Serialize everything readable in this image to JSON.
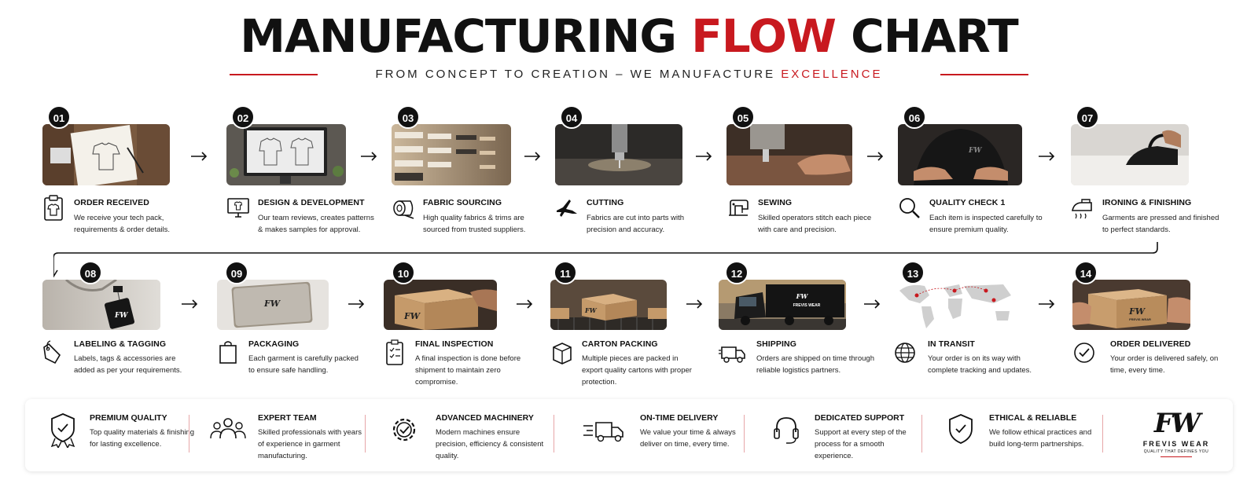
{
  "header": {
    "title_main": "MANUFACTURING ",
    "title_accent": "FLOW",
    "title_end": " CHART",
    "subtitle_main": "FROM CONCEPT TO CREATION – WE MANUFACTURE ",
    "subtitle_accent": "EXCELLENCE"
  },
  "colors": {
    "accent": "#c8191f",
    "text": "#111111"
  },
  "steps": [
    {
      "num": "01",
      "title": "ORDER RECEIVED",
      "desc": "We receive your tech pack, requirements & order details.",
      "icon": "clipboard-shirt-icon",
      "image": "tech-pack-sketch-photo"
    },
    {
      "num": "02",
      "title": "DESIGN & DEVELOPMENT",
      "desc": "Our team reviews, creates patterns & makes samples for approval.",
      "icon": "monitor-shirt-icon",
      "image": "design-monitor-photo"
    },
    {
      "num": "03",
      "title": "FABRIC SOURCING",
      "desc": "High quality fabrics & trims are sourced from trusted suppliers.",
      "icon": "fabric-roll-icon",
      "image": "fabric-shelves-photo"
    },
    {
      "num": "04",
      "title": "CUTTING",
      "desc": "Fabrics are cut into parts with precision and accuracy.",
      "icon": "scissors-icon",
      "image": "cutting-machine-photo"
    },
    {
      "num": "05",
      "title": "SEWING",
      "desc": "Skilled operators stitch each piece with care and precision.",
      "icon": "sewing-machine-icon",
      "image": "sewing-photo"
    },
    {
      "num": "06",
      "title": "QUALITY CHECK 1",
      "desc": "Each item is inspected carefully to ensure premium quality.",
      "icon": "magnifier-icon",
      "image": "quality-check-photo"
    },
    {
      "num": "07",
      "title": "IRONING & FINISHING",
      "desc": "Garments are pressed and finished to perfect standards.",
      "icon": "iron-icon",
      "image": "ironing-photo"
    },
    {
      "num": "08",
      "title": "LABELING & TAGGING",
      "desc": "Labels, tags & accessories are added as per your requirements.",
      "icon": "tag-icon",
      "image": "label-tag-photo"
    },
    {
      "num": "09",
      "title": "PACKAGING",
      "desc": "Each garment is carefully packed to ensure safe handling.",
      "icon": "bag-icon",
      "image": "packed-garment-photo"
    },
    {
      "num": "10",
      "title": "FINAL INSPECTION",
      "desc": "A final inspection is done before shipment to maintain zero compromise.",
      "icon": "checklist-icon",
      "image": "box-inspection-photo"
    },
    {
      "num": "11",
      "title": "CARTON PACKING",
      "desc": "Multiple pieces are packed in export quality cartons with proper protection.",
      "icon": "carton-icon",
      "image": "carton-conveyor-photo"
    },
    {
      "num": "12",
      "title": "SHIPPING",
      "desc": "Orders are shipped on time through reliable logistics partners.",
      "icon": "truck-icon",
      "image": "truck-photo",
      "truck_text": "FREVIS WEAR"
    },
    {
      "num": "13",
      "title": "IN TRANSIT",
      "desc": "Your order is on its way with complete tracking and updates.",
      "icon": "globe-icon",
      "image": "world-map-photo"
    },
    {
      "num": "14",
      "title": "ORDER DELIVERED",
      "desc": "Your order is delivered safely, on time, every time.",
      "icon": "check-circle-icon",
      "image": "delivered-box-photo",
      "box_text": "FREVIS WEAR"
    }
  ],
  "features": [
    {
      "title": "PREMIUM QUALITY",
      "desc": "Top quality materials & finishing for lasting excellence.",
      "icon": "shield-badge-icon"
    },
    {
      "title": "EXPERT TEAM",
      "desc": "Skilled professionals with years of experience in garment manufacturing.",
      "icon": "team-icon"
    },
    {
      "title": "ADVANCED MACHINERY",
      "desc": "Modern machines ensure precision, efficiency & consistent quality.",
      "icon": "gear-check-icon"
    },
    {
      "title": "ON-TIME DELIVERY",
      "desc": "We value your time & always deliver on time, every time.",
      "icon": "fast-truck-icon"
    },
    {
      "title": "DEDICATED SUPPORT",
      "desc": "Support at every step of the process for a smooth experience.",
      "icon": "headset-icon"
    },
    {
      "title": "ETHICAL & RELIABLE",
      "desc": "We follow ethical practices and build long-term partnerships.",
      "icon": "shield-check-icon"
    }
  ],
  "brand": {
    "logo": "FW",
    "name": "FREVIS WEAR",
    "tagline": "QUALITY THAT DEFINES YOU"
  }
}
